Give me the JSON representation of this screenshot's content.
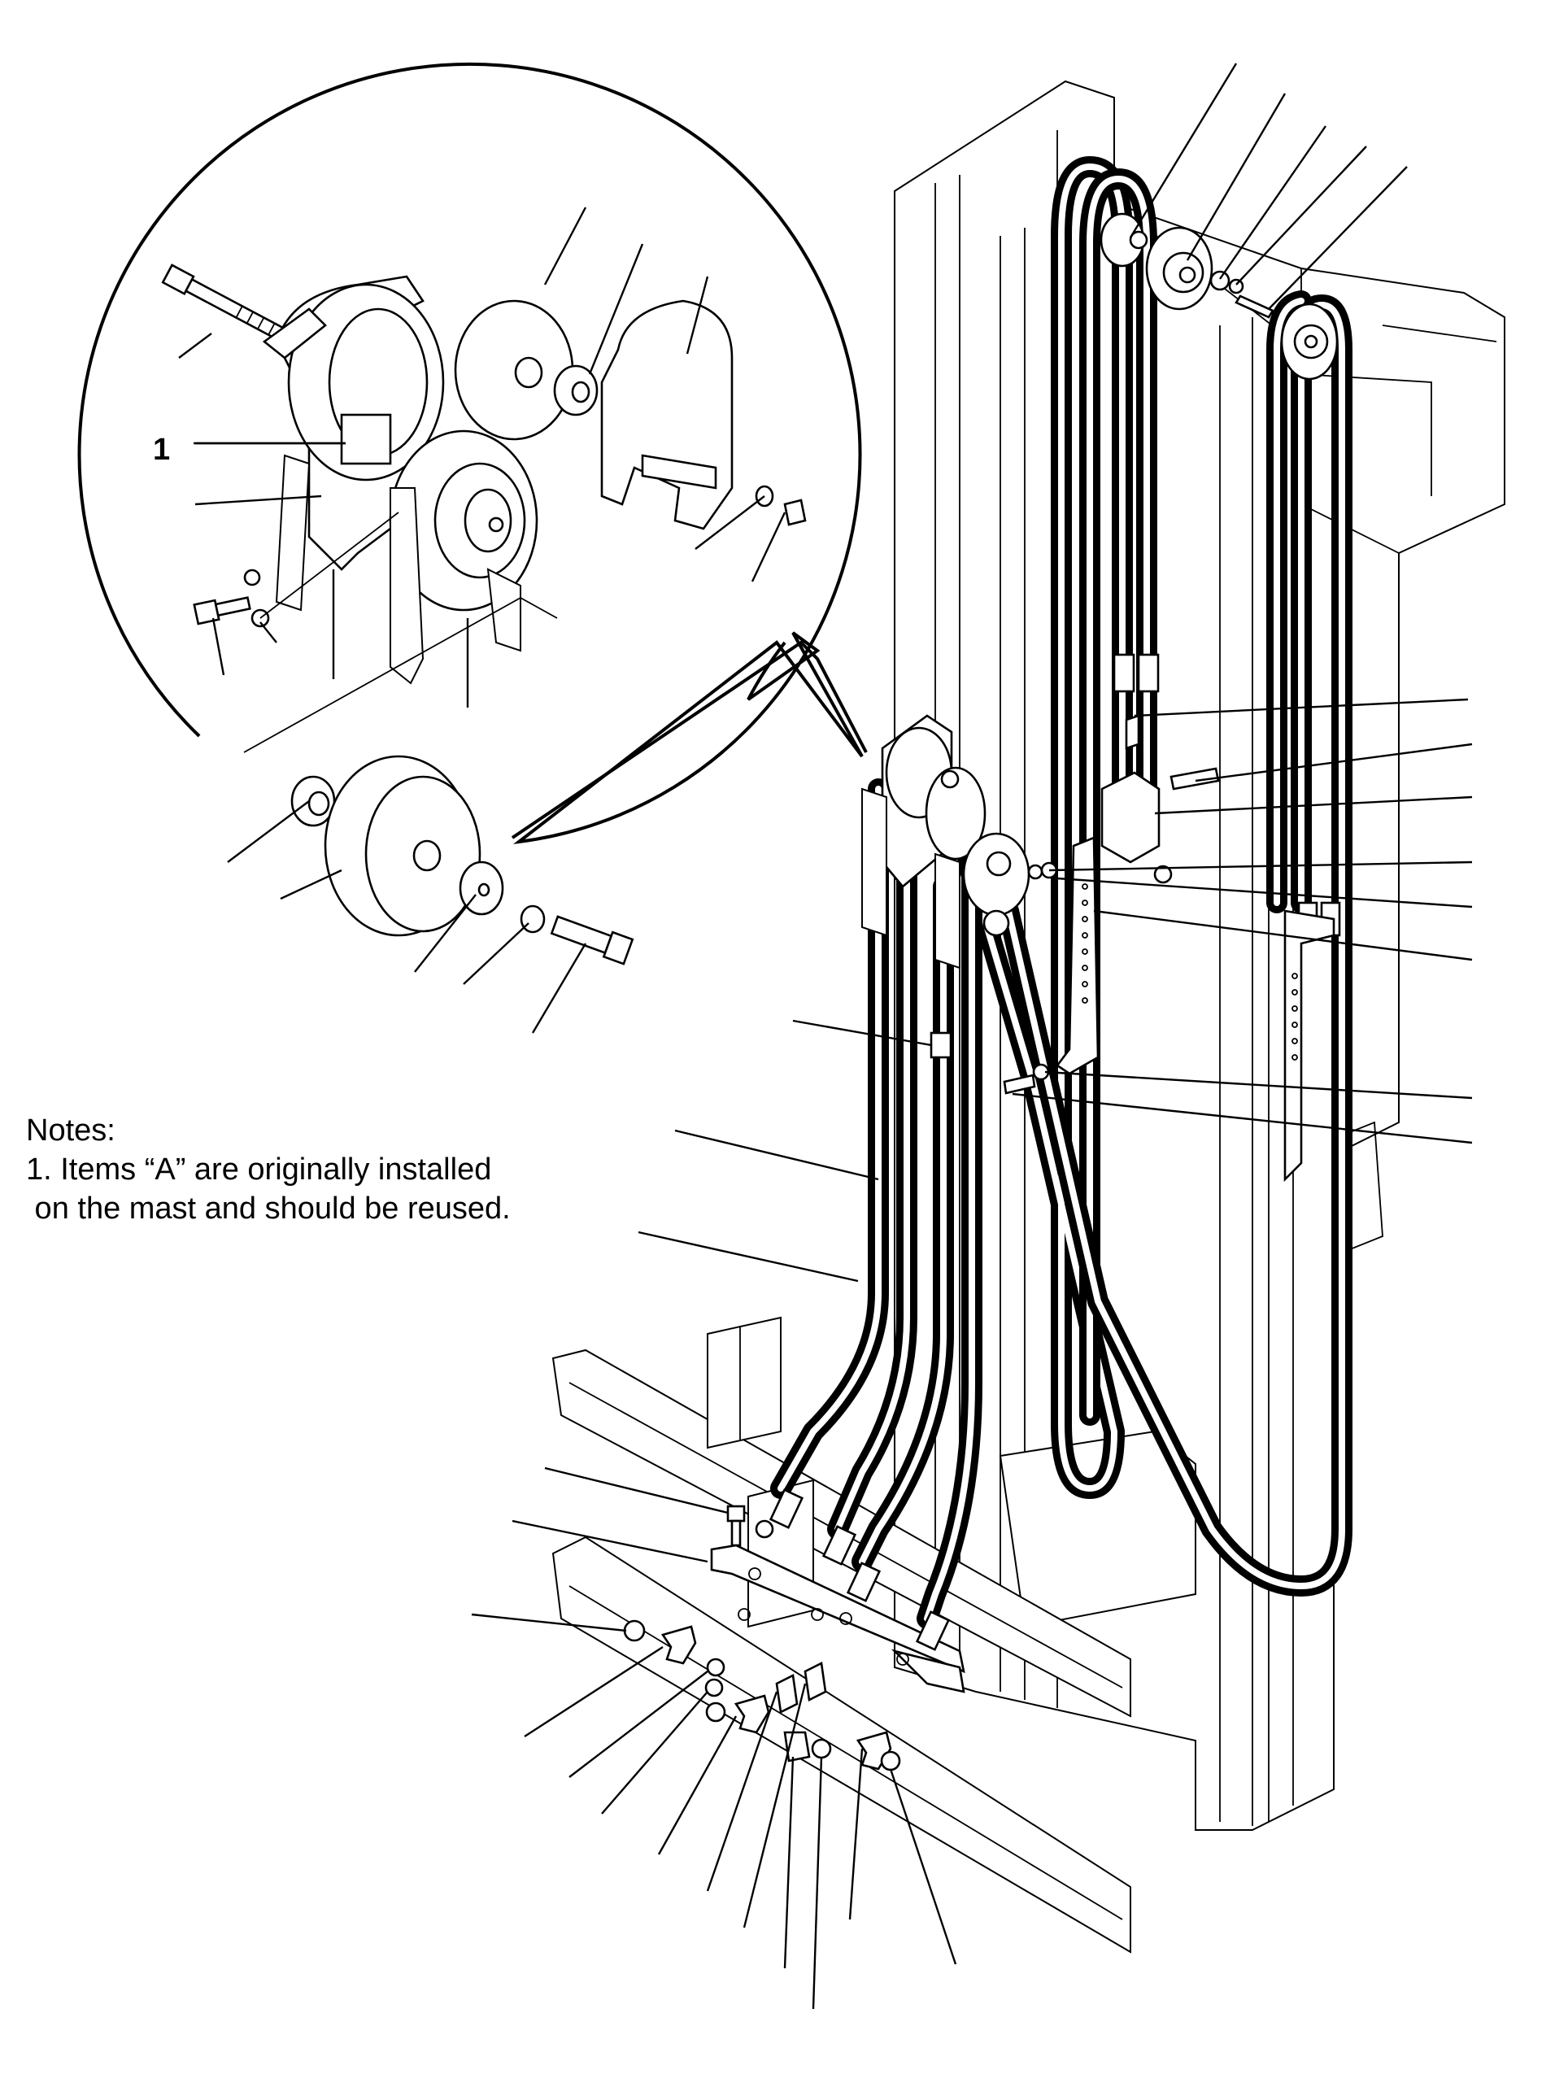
{
  "figure": {
    "callout_number": "1",
    "notes": {
      "heading": "Notes:",
      "line1": "1. Items “A” are originally installed",
      "line2": " on the mast and should be reused."
    }
  }
}
